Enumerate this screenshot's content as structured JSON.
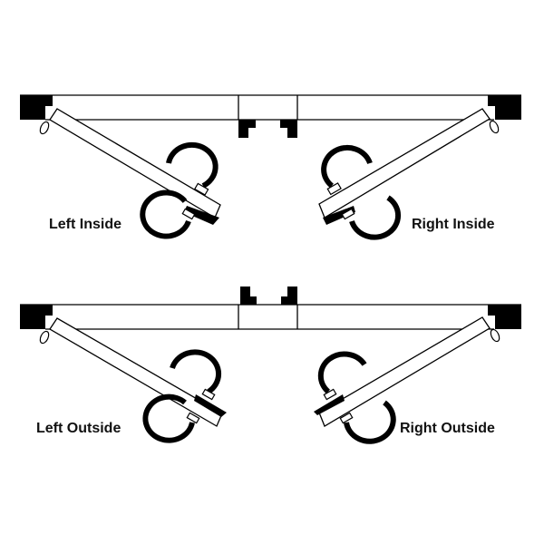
{
  "diagram": {
    "panels": [
      {
        "id": "left-inside",
        "label": "Left Inside"
      },
      {
        "id": "right-inside",
        "label": "Right Inside"
      },
      {
        "id": "left-outside",
        "label": "Left Outside"
      },
      {
        "id": "right-outside",
        "label": "Right Outside"
      }
    ],
    "colors": {
      "ink": "#000000",
      "background": "#ffffff"
    }
  }
}
